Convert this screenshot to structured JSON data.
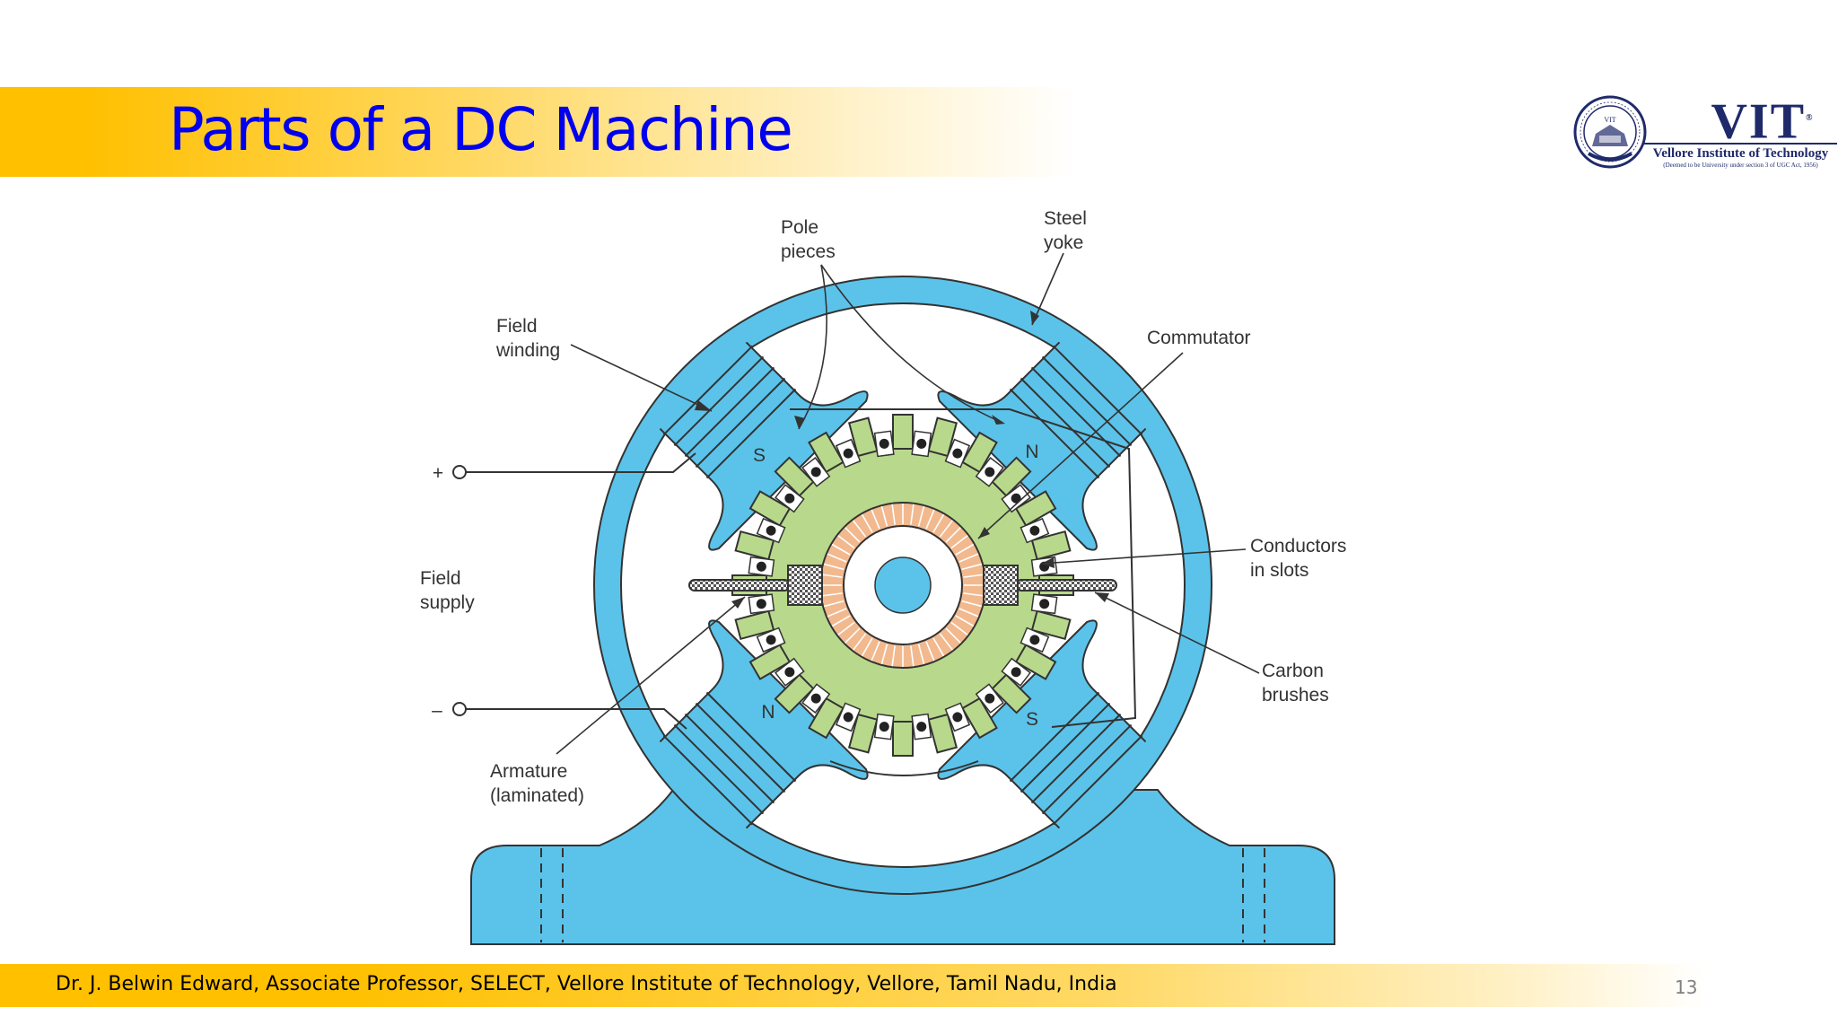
{
  "slide": {
    "title": "Parts of a DC Machine",
    "footer": "Dr. J. Belwin Edward, Associate Professor, SELECT, Vellore Institute of Technology, Vellore, Tamil Nadu, India",
    "page_number": "13"
  },
  "logo": {
    "wordmark": "VIT",
    "registered": "®",
    "name": "Vellore Institute of Technology",
    "tagline": "(Deemed to be University under section 3 of UGC Act, 1956)",
    "seal_text": "VIT"
  },
  "diagram": {
    "labels": {
      "pole_pieces_1": "Pole",
      "pole_pieces_2": "pieces",
      "steel_yoke_1": "Steel",
      "steel_yoke_2": "yoke",
      "field_winding_1": "Field",
      "field_winding_2": "winding",
      "commutator": "Commutator",
      "conductors_1": "Conductors",
      "conductors_2": "in slots",
      "field_supply_1": "Field",
      "field_supply_2": "supply",
      "carbon_brushes_1": "Carbon",
      "carbon_brushes_2": "brushes",
      "armature_1": "Armature",
      "armature_2": "(laminated)",
      "plus": "+",
      "minus": "–"
    },
    "poles": {
      "top_left": "S",
      "top_right": "N",
      "bottom_left": "N",
      "bottom_right": "S"
    },
    "colors": {
      "yoke": "#5bc3ea",
      "armature": "#b8d98c",
      "commutator": "#f2b98f",
      "outline": "#333333"
    }
  }
}
